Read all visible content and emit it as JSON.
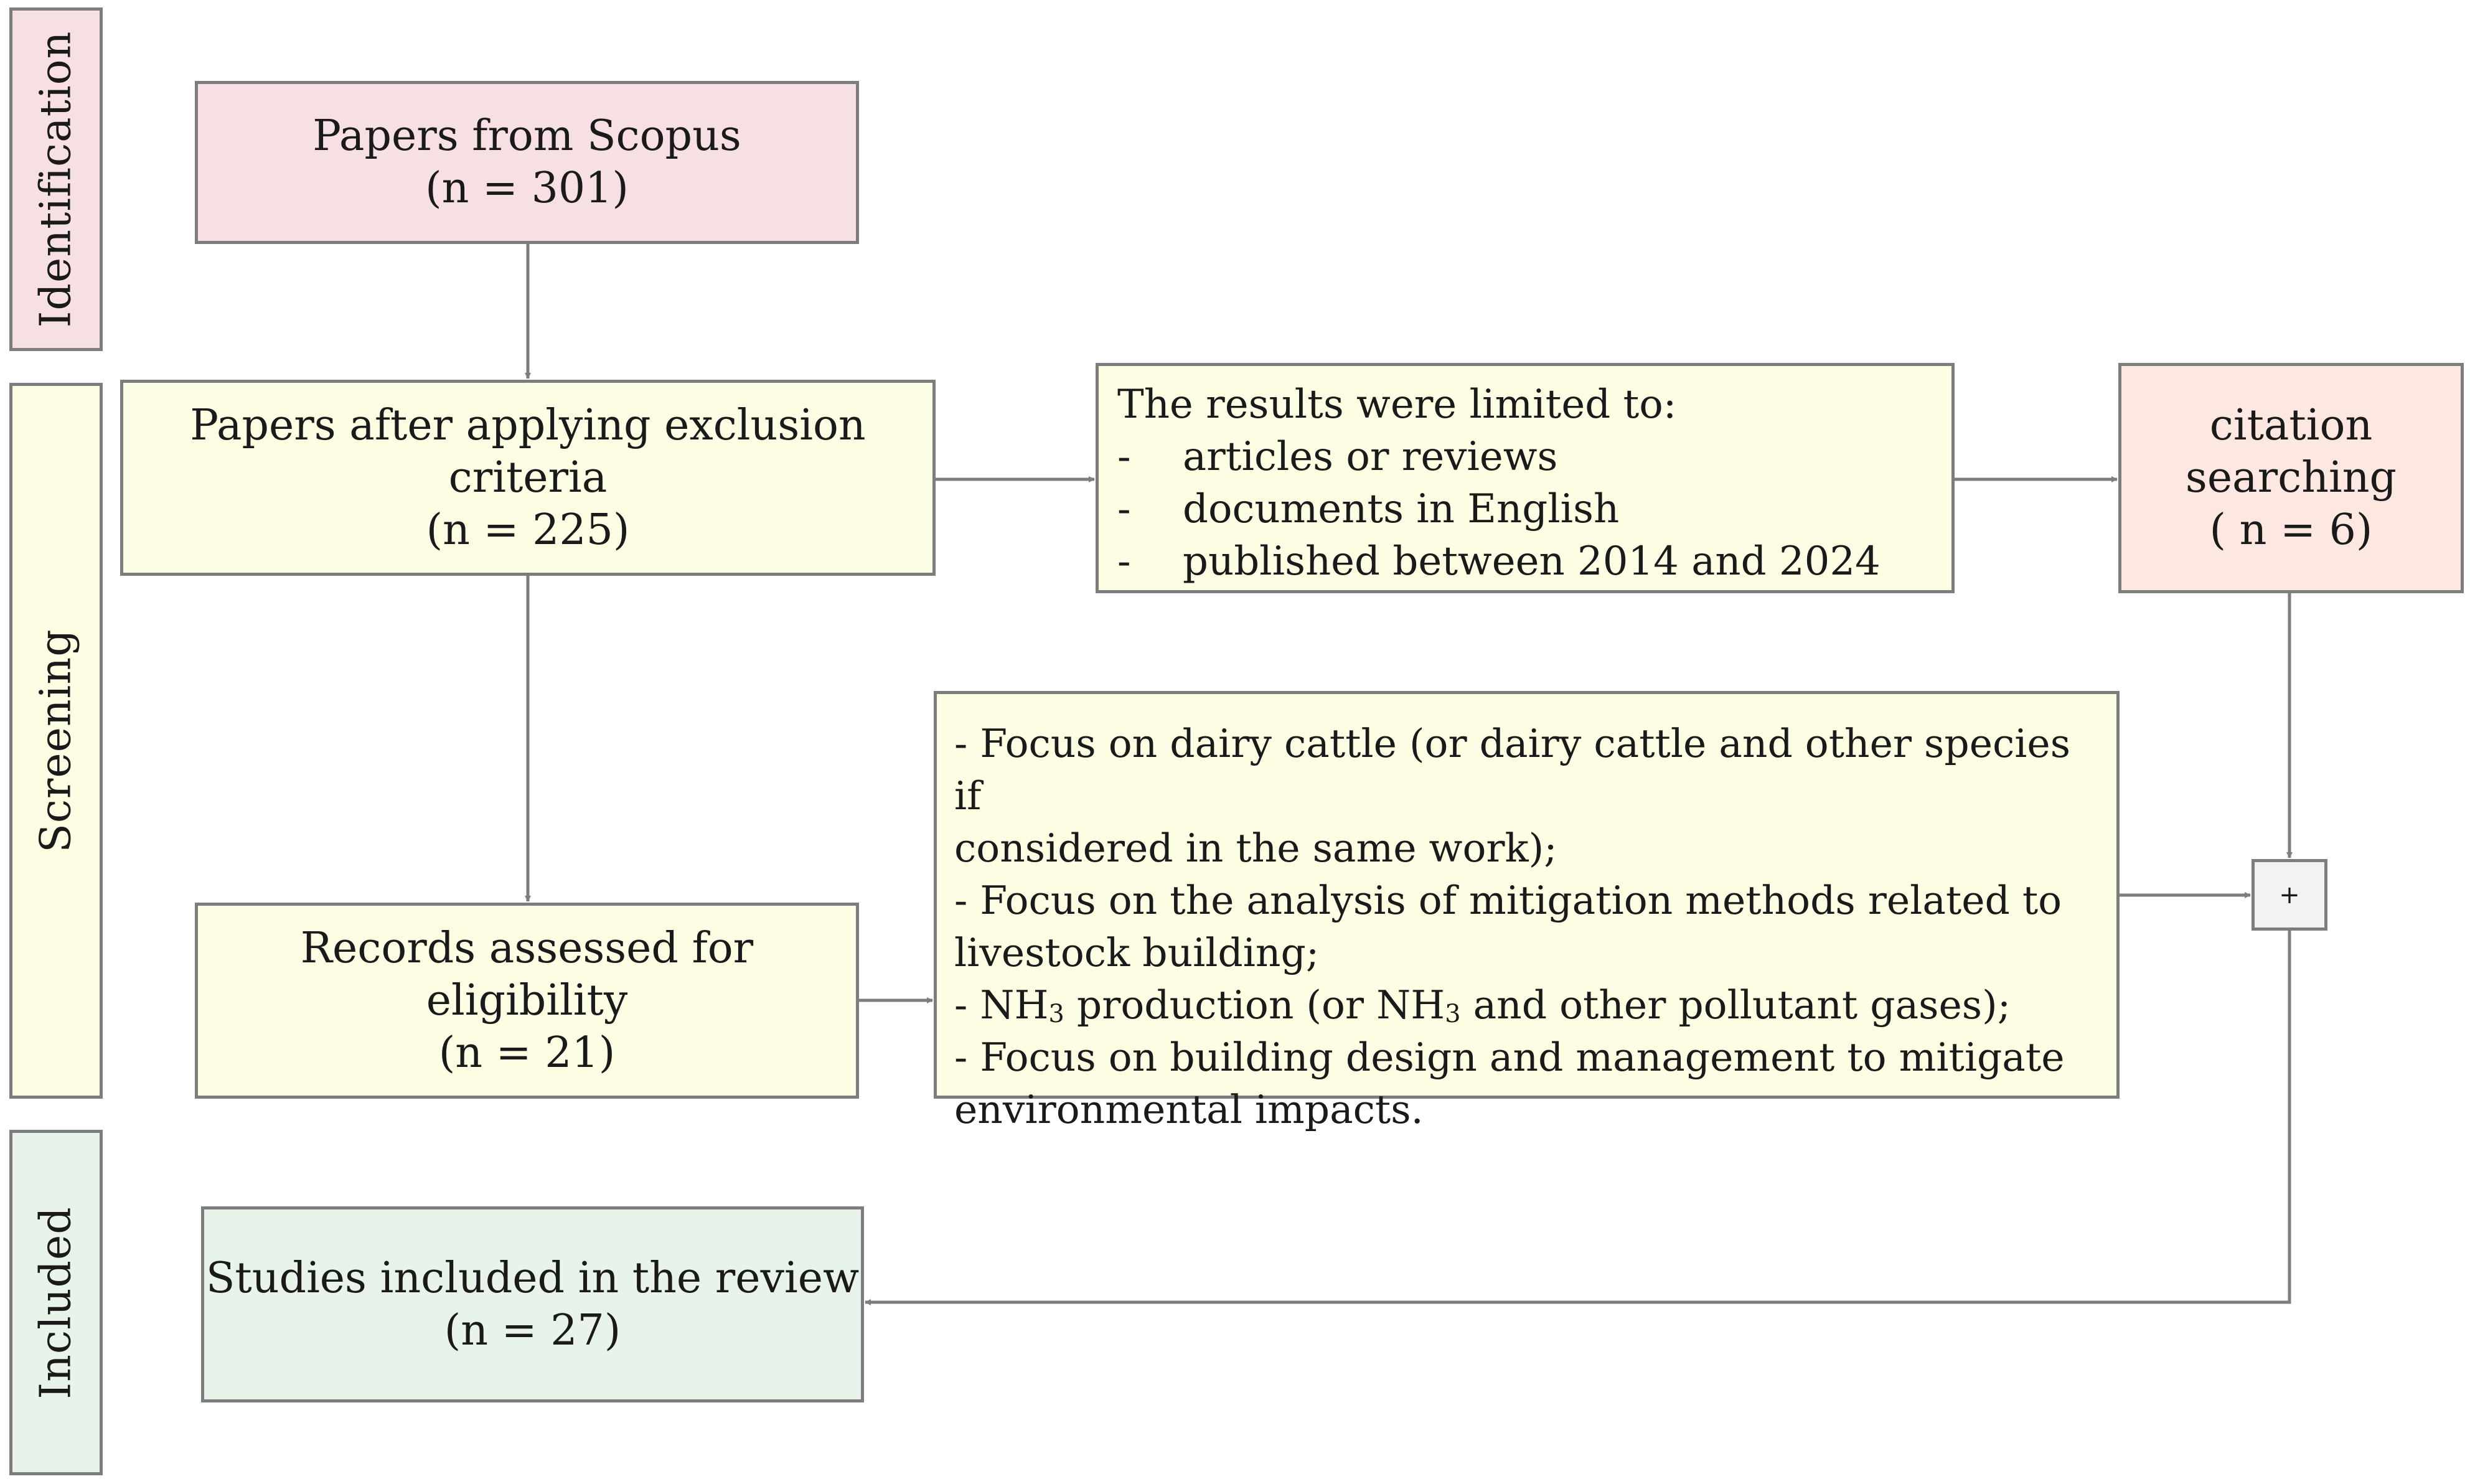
{
  "stages": {
    "identification": "Identification",
    "screening": "Screening",
    "included": "Included"
  },
  "boxes": {
    "scopus": {
      "title": "Papers from Scopus",
      "count": "(n = 301)"
    },
    "exclusion": {
      "title": "Papers after applying exclusion criteria",
      "count": "(n = 225)"
    },
    "limits": {
      "heading": "The results were limited to:",
      "items": [
        {
          "dash": "-",
          "text": "articles or reviews"
        },
        {
          "dash": "-",
          "text": "documents in English"
        },
        {
          "dash": "-",
          "text": "published between 2014 and 2024"
        }
      ]
    },
    "citation": {
      "line1": "citation",
      "line2": "searching",
      "count": "( n = 6)"
    },
    "eligibility": {
      "title": "Records assessed for eligibility",
      "count": "(n = 21)"
    },
    "criteria": {
      "c1_line1": "- Focus on dairy cattle (or dairy cattle and other species if",
      "c1_line2": "considered in the same work);",
      "c2_line1": "- Focus on the analysis of mitigation methods related to",
      "c2_line2": "livestock building;",
      "c3_pre": "- NH",
      "c3_sub1": "3",
      "c3_mid": " production (or NH",
      "c3_sub2": "3",
      "c3_post": " and other pollutant gases);",
      "c4_line1": "- Focus on building design and management to mitigate",
      "c4_line2": "environmental impacts."
    },
    "merge": {
      "symbol": "+"
    },
    "included": {
      "title": "Studies included in the review",
      "count": "(n = 27)"
    }
  },
  "colors": {
    "border": "#7d7d7d",
    "identification_fill": "#f6e0e3",
    "screening_fill": "#fdfde3",
    "citation_fill": "#fce8e1",
    "included_fill": "#e8f3ea",
    "arrow": "#7d7d7d"
  }
}
